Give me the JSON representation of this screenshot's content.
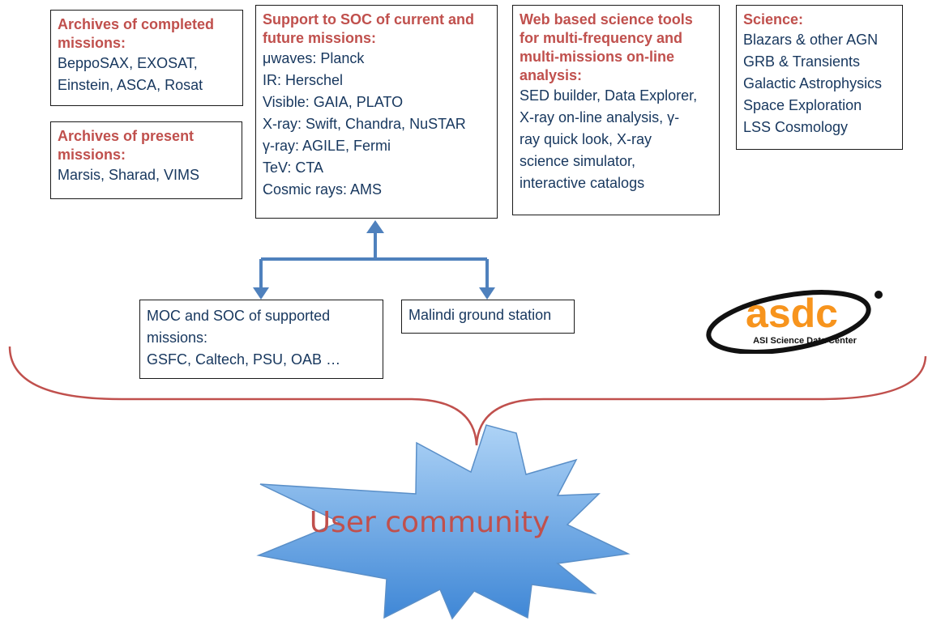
{
  "boxes": {
    "archives_completed": {
      "heading": [
        "Archives of completed",
        "missions:"
      ],
      "lines": [
        "BeppoSAX, EXOSAT,",
        "Einstein, ASCA, Rosat"
      ]
    },
    "archives_present": {
      "heading": [
        "Archives of present",
        "missions:"
      ],
      "lines": [
        "Marsis, Sharad, VIMS"
      ]
    },
    "support_soc": {
      "heading": [
        "Support to SOC of current and",
        "future missions:"
      ],
      "lines": [
        "μwaves: Planck",
        "IR: Herschel",
        "Visible: GAIA, PLATO",
        "X-ray: Swift, Chandra, NuSTAR",
        "γ-ray: AGILE, Fermi",
        "TeV: CTA",
        "Cosmic rays: AMS"
      ]
    },
    "web_tools": {
      "heading": [
        "Web based science tools",
        "for multi-frequency and",
        "multi-missions on-line",
        "analysis:"
      ],
      "lines": [
        "SED builder, Data Explorer,",
        "X-ray on-line analysis, γ-",
        "ray quick look, X-ray",
        "science simulator,",
        "interactive catalogs"
      ]
    },
    "science": {
      "heading": [
        "Science:"
      ],
      "lines": [
        "Blazars & other AGN",
        "GRB & Transients",
        "Galactic Astrophysics",
        "Space Exploration",
        "LSS Cosmology"
      ]
    },
    "moc_soc": {
      "lines": [
        "MOC and SOC of supported",
        "missions:",
        "GSFC, Caltech, PSU, OAB …"
      ]
    },
    "malindi": {
      "lines": [
        "Malindi ground station"
      ]
    }
  },
  "logo": {
    "name": "asdc",
    "subtitle": "ASI Science Data Center"
  },
  "star": {
    "label": "User community"
  },
  "colors": {
    "heading": "#c0504d",
    "body_text": "#17375e",
    "arrow": "#4f81bd",
    "brace": "#c0504d",
    "star_fill_top": "#a9d0f5",
    "star_fill_bottom": "#4a90d9",
    "logo_orange": "#f7941d"
  }
}
